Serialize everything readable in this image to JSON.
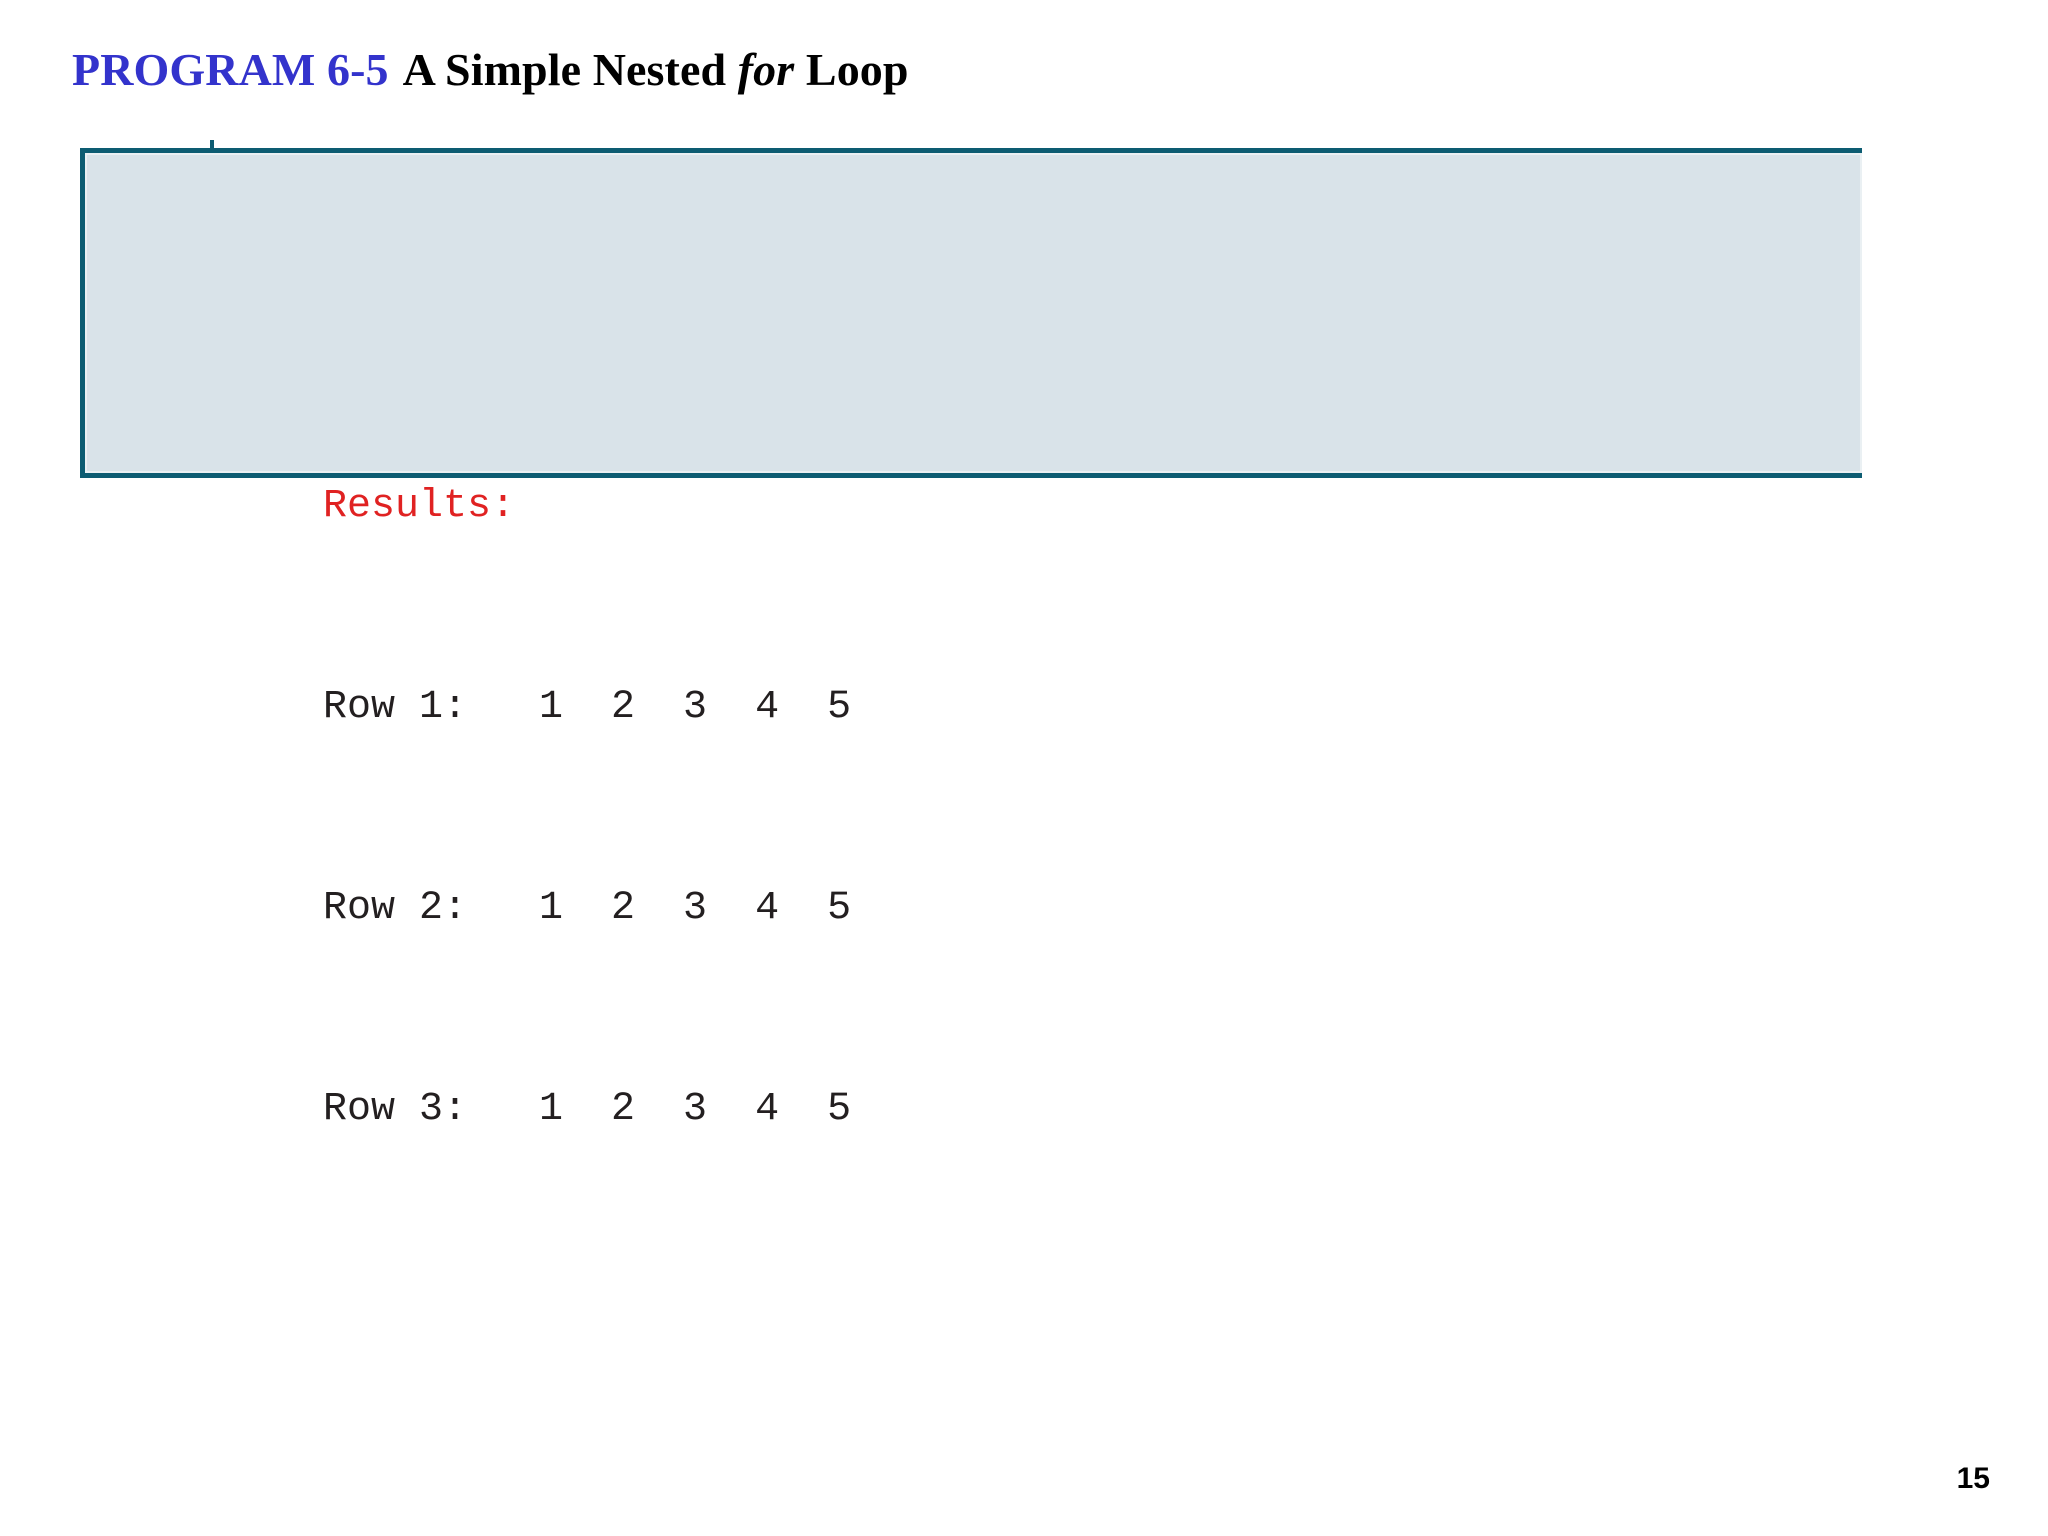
{
  "slide": {
    "title": {
      "program_label": "PROGRAM 6-5",
      "description_before": "A Simple Nested",
      "description_keyword": "for",
      "description_after": "Loop"
    },
    "page_number": "15"
  },
  "output_box": {
    "results_label": "Results:",
    "lines": [
      "Row 1:   1  2  3  4  5",
      "Row 2:   1  2  3  4  5",
      "Row 3:   1  2  3  4  5"
    ],
    "colors": {
      "background": "#d9e3e9",
      "border": "#0d5c72",
      "results_text": "#e02222",
      "body_text": "#231f20",
      "title_accent": "#3333cc"
    }
  }
}
